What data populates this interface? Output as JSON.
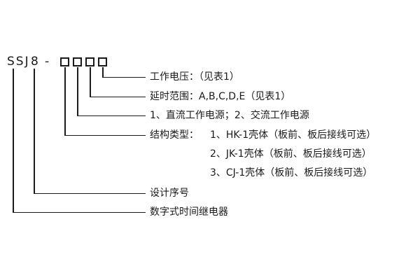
{
  "model": {
    "series": "SSJ",
    "design_no": "8",
    "separator": "-",
    "placeholder_box_count": 4
  },
  "labels": {
    "working_voltage": "工作电压：（见表1）",
    "delay_range": "延时范围：A,B,C,D,E（见表1）",
    "power_source": "1、直流工作电源；2、交流工作电源",
    "structure_type": "结构类型：",
    "structure_options": [
      "1、HK-1壳体（板前、板后接线可选）",
      "2、JK-1壳体（板前、板后接线可选）",
      "3、CJ-1壳体（板前、板后接线可选）"
    ],
    "design_serial": "设计序号",
    "product_name": "数字式时间继电器"
  },
  "colors": {
    "line": "#1a1a1a",
    "text": "#1a1a1a",
    "background": "#ffffff"
  }
}
